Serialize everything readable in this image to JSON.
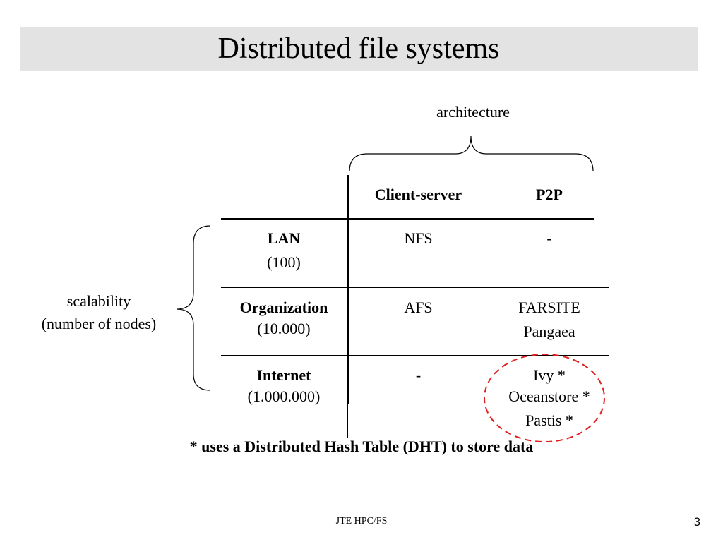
{
  "slide": {
    "title": "Distributed file systems",
    "footnote": "* uses a Distributed Hash Table (DHT) to store data",
    "footer": "JTE HPC/FS",
    "page_number": "3"
  },
  "axes": {
    "architecture_label": "architecture",
    "scalability_label_line1": "scalability",
    "scalability_label_line2": "(number of nodes)"
  },
  "table": {
    "columns": [
      "Client-server",
      "P2P"
    ],
    "rows": [
      {
        "name": "LAN",
        "count": "(100)",
        "client_server": [
          "NFS"
        ],
        "p2p": [
          "-"
        ]
      },
      {
        "name": "Organization",
        "count": "(10.000)",
        "client_server": [
          "AFS"
        ],
        "p2p": [
          "FARSITE",
          "Pangaea"
        ]
      },
      {
        "name": "Internet",
        "count": "(1.000.000)",
        "client_server": [
          "-"
        ],
        "p2p": [
          "Ivy *",
          "Oceanstore *",
          "Pastis *"
        ]
      }
    ]
  },
  "colors": {
    "title_bar": "#e3e3e3",
    "dht_highlight": "#e02020"
  }
}
